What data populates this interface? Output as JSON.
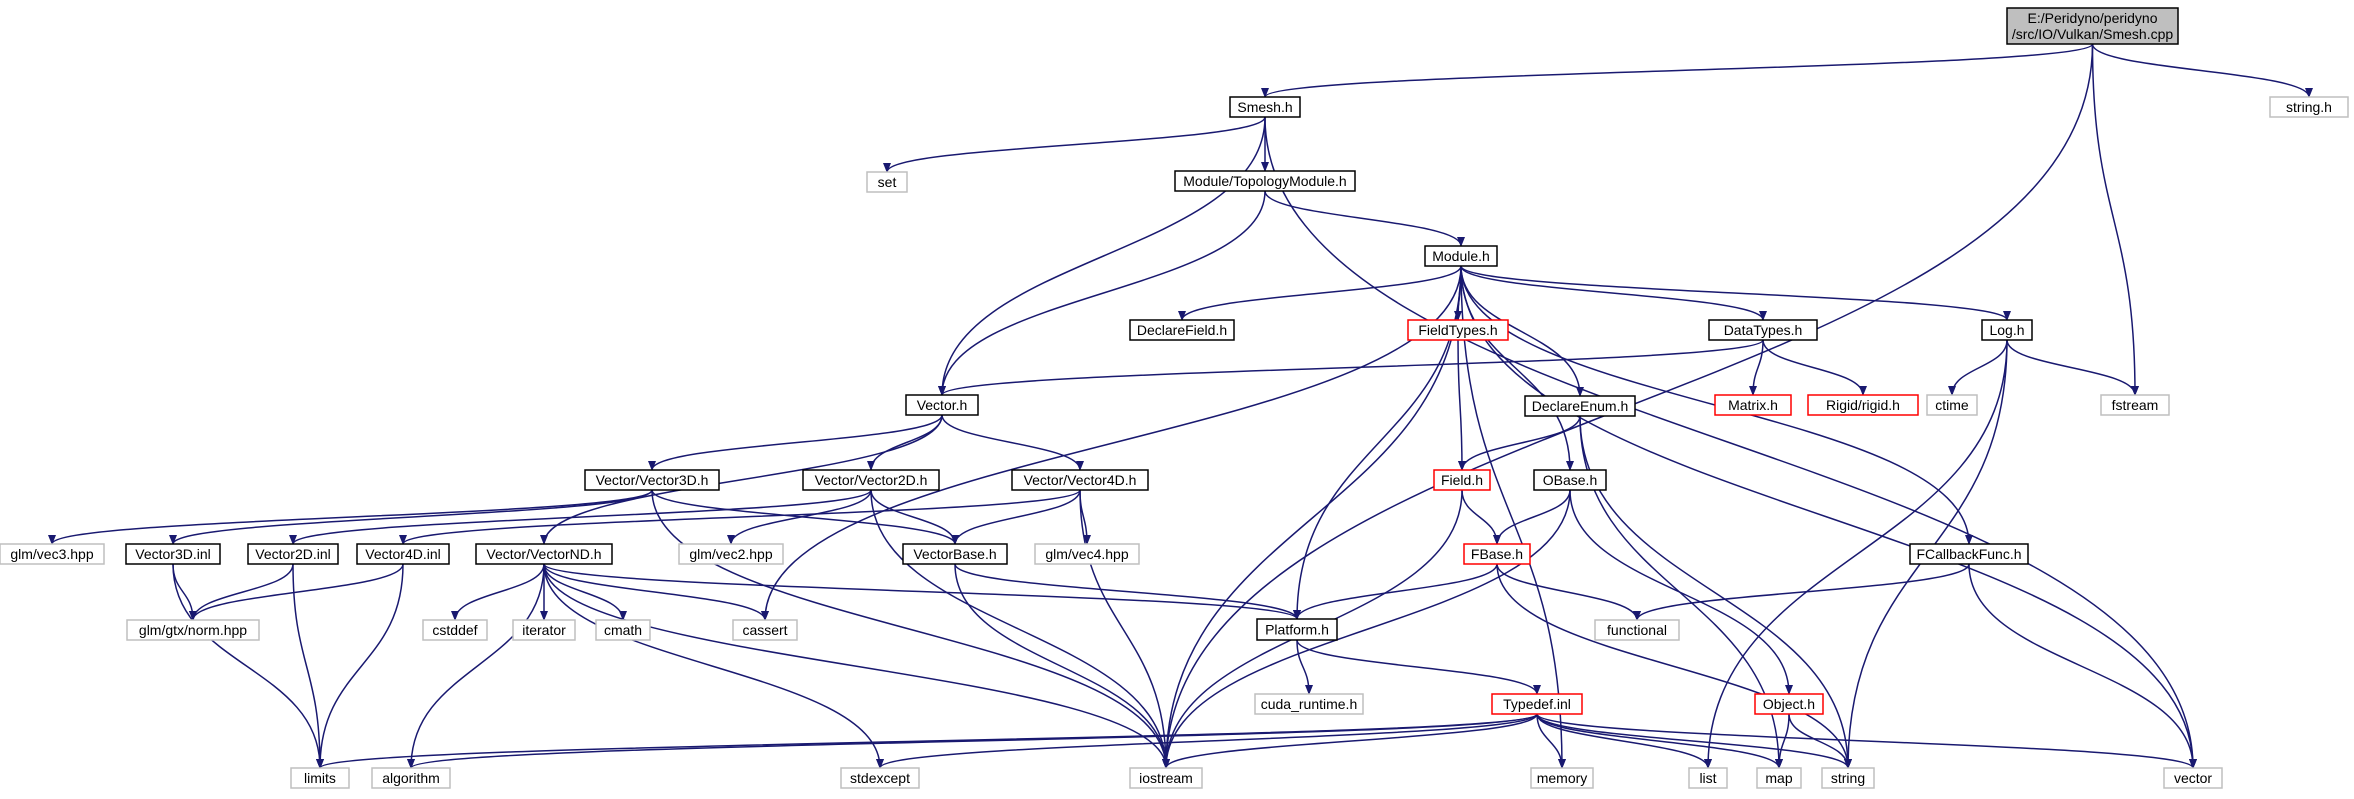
{
  "nodes": [
    {
      "id": "smesh_cpp",
      "label": [
        "E:/Peridyno/peridyno",
        "/src/IO/Vulkan/Smesh.cpp"
      ],
      "style": "main"
    },
    {
      "id": "smesh_h",
      "label": [
        "Smesh.h"
      ],
      "style": "black"
    },
    {
      "id": "string_h",
      "label": [
        "string.h"
      ],
      "style": "gray"
    },
    {
      "id": "set",
      "label": [
        "set"
      ],
      "style": "gray"
    },
    {
      "id": "topology_module",
      "label": [
        "Module/TopologyModule.h"
      ],
      "style": "black"
    },
    {
      "id": "module_h",
      "label": [
        "Module.h"
      ],
      "style": "black"
    },
    {
      "id": "declare_field",
      "label": [
        "DeclareField.h"
      ],
      "style": "black"
    },
    {
      "id": "field_types",
      "label": [
        "FieldTypes.h"
      ],
      "style": "red"
    },
    {
      "id": "data_types",
      "label": [
        "DataTypes.h"
      ],
      "style": "black"
    },
    {
      "id": "log_h",
      "label": [
        "Log.h"
      ],
      "style": "black"
    },
    {
      "id": "vector_h",
      "label": [
        "Vector.h"
      ],
      "style": "black"
    },
    {
      "id": "declare_enum",
      "label": [
        "DeclareEnum.h"
      ],
      "style": "black"
    },
    {
      "id": "matrix_h",
      "label": [
        "Matrix.h"
      ],
      "style": "red"
    },
    {
      "id": "rigid_h",
      "label": [
        "Rigid/rigid.h"
      ],
      "style": "red"
    },
    {
      "id": "ctime",
      "label": [
        "ctime"
      ],
      "style": "gray"
    },
    {
      "id": "fstream",
      "label": [
        "fstream"
      ],
      "style": "gray"
    },
    {
      "id": "vector3d_h",
      "label": [
        "Vector/Vector3D.h"
      ],
      "style": "black"
    },
    {
      "id": "vector2d_h",
      "label": [
        "Vector/Vector2D.h"
      ],
      "style": "black"
    },
    {
      "id": "vector4d_h",
      "label": [
        "Vector/Vector4D.h"
      ],
      "style": "black"
    },
    {
      "id": "field_h",
      "label": [
        "Field.h"
      ],
      "style": "red"
    },
    {
      "id": "obase_h",
      "label": [
        "OBase.h"
      ],
      "style": "black"
    },
    {
      "id": "glm_vec3",
      "label": [
        "glm/vec3.hpp"
      ],
      "style": "gray"
    },
    {
      "id": "vector3d_inl",
      "label": [
        "Vector3D.inl"
      ],
      "style": "black"
    },
    {
      "id": "vector2d_inl",
      "label": [
        "Vector2D.inl"
      ],
      "style": "black"
    },
    {
      "id": "vector4d_inl",
      "label": [
        "Vector4D.inl"
      ],
      "style": "black"
    },
    {
      "id": "vectornd_h",
      "label": [
        "Vector/VectorND.h"
      ],
      "style": "black"
    },
    {
      "id": "glm_vec2",
      "label": [
        "glm/vec2.hpp"
      ],
      "style": "gray"
    },
    {
      "id": "vector_base",
      "label": [
        "VectorBase.h"
      ],
      "style": "black"
    },
    {
      "id": "glm_vec4",
      "label": [
        "glm/vec4.hpp"
      ],
      "style": "gray"
    },
    {
      "id": "fbase_h",
      "label": [
        "FBase.h"
      ],
      "style": "red"
    },
    {
      "id": "fcallback",
      "label": [
        "FCallbackFunc.h"
      ],
      "style": "black"
    },
    {
      "id": "glm_norm",
      "label": [
        "glm/gtx/norm.hpp"
      ],
      "style": "gray"
    },
    {
      "id": "cstddef",
      "label": [
        "cstddef"
      ],
      "style": "gray"
    },
    {
      "id": "iterator",
      "label": [
        "iterator"
      ],
      "style": "gray"
    },
    {
      "id": "cmath",
      "label": [
        "cmath"
      ],
      "style": "gray"
    },
    {
      "id": "cassert",
      "label": [
        "cassert"
      ],
      "style": "gray"
    },
    {
      "id": "platform_h",
      "label": [
        "Platform.h"
      ],
      "style": "black"
    },
    {
      "id": "functional",
      "label": [
        "functional"
      ],
      "style": "gray"
    },
    {
      "id": "cuda_runtime",
      "label": [
        "cuda_runtime.h"
      ],
      "style": "gray"
    },
    {
      "id": "typedef_inl",
      "label": [
        "Typedef.inl"
      ],
      "style": "red"
    },
    {
      "id": "object_h",
      "label": [
        "Object.h"
      ],
      "style": "red"
    },
    {
      "id": "limits",
      "label": [
        "limits"
      ],
      "style": "gray"
    },
    {
      "id": "algorithm",
      "label": [
        "algorithm"
      ],
      "style": "gray"
    },
    {
      "id": "stdexcept",
      "label": [
        "stdexcept"
      ],
      "style": "gray"
    },
    {
      "id": "iostream",
      "label": [
        "iostream"
      ],
      "style": "gray"
    },
    {
      "id": "memory",
      "label": [
        "memory"
      ],
      "style": "gray"
    },
    {
      "id": "list",
      "label": [
        "list"
      ],
      "style": "gray"
    },
    {
      "id": "map",
      "label": [
        "map"
      ],
      "style": "gray"
    },
    {
      "id": "string",
      "label": [
        "string"
      ],
      "style": "gray"
    },
    {
      "id": "vector",
      "label": [
        "vector"
      ],
      "style": "gray"
    }
  ],
  "edges": [
    [
      "smesh_cpp",
      "smesh_h"
    ],
    [
      "smesh_cpp",
      "string_h"
    ],
    [
      "smesh_cpp",
      "fstream"
    ],
    [
      "smesh_cpp",
      "iostream"
    ],
    [
      "smesh_h",
      "set"
    ],
    [
      "smesh_h",
      "topology_module"
    ],
    [
      "smesh_h",
      "vector_h"
    ],
    [
      "smesh_h",
      "vector"
    ],
    [
      "topology_module",
      "module_h"
    ],
    [
      "topology_module",
      "vector_h"
    ],
    [
      "module_h",
      "declare_field"
    ],
    [
      "module_h",
      "field_types"
    ],
    [
      "module_h",
      "data_types"
    ],
    [
      "module_h",
      "log_h"
    ],
    [
      "module_h",
      "declare_enum"
    ],
    [
      "module_h",
      "obase_h"
    ],
    [
      "module_h",
      "fcallback"
    ],
    [
      "module_h",
      "platform_h"
    ],
    [
      "module_h",
      "cassert"
    ],
    [
      "module_h",
      "iostream"
    ],
    [
      "module_h",
      "memory"
    ],
    [
      "module_h",
      "vector"
    ],
    [
      "field_types",
      "field_h"
    ],
    [
      "data_types",
      "vector_h"
    ],
    [
      "data_types",
      "matrix_h"
    ],
    [
      "data_types",
      "rigid_h"
    ],
    [
      "log_h",
      "ctime"
    ],
    [
      "log_h",
      "fstream"
    ],
    [
      "log_h",
      "list"
    ],
    [
      "log_h",
      "string"
    ],
    [
      "vector_h",
      "vector3d_h"
    ],
    [
      "vector_h",
      "vector2d_h"
    ],
    [
      "vector_h",
      "vector4d_h"
    ],
    [
      "vector_h",
      "vectornd_h"
    ],
    [
      "declare_enum",
      "field_h"
    ],
    [
      "declare_enum",
      "string"
    ],
    [
      "declare_enum",
      "map"
    ],
    [
      "vector3d_h",
      "glm_vec3"
    ],
    [
      "vector3d_h",
      "vector3d_inl"
    ],
    [
      "vector3d_h",
      "vector_base"
    ],
    [
      "vector3d_h",
      "iostream"
    ],
    [
      "vector2d_h",
      "vector2d_inl"
    ],
    [
      "vector2d_h",
      "glm_vec2"
    ],
    [
      "vector2d_h",
      "vector_base"
    ],
    [
      "vector2d_h",
      "iostream"
    ],
    [
      "vector4d_h",
      "vector4d_inl"
    ],
    [
      "vector4d_h",
      "vector_base"
    ],
    [
      "vector4d_h",
      "glm_vec4"
    ],
    [
      "vector4d_h",
      "iostream"
    ],
    [
      "field_h",
      "fbase_h"
    ],
    [
      "field_h",
      "iostream"
    ],
    [
      "obase_h",
      "fbase_h"
    ],
    [
      "obase_h",
      "object_h"
    ],
    [
      "obase_h",
      "iostream"
    ],
    [
      "vector3d_inl",
      "glm_norm"
    ],
    [
      "vector3d_inl",
      "limits"
    ],
    [
      "vector2d_inl",
      "glm_norm"
    ],
    [
      "vector2d_inl",
      "limits"
    ],
    [
      "vector4d_inl",
      "glm_norm"
    ],
    [
      "vector4d_inl",
      "limits"
    ],
    [
      "vectornd_h",
      "cstddef"
    ],
    [
      "vectornd_h",
      "iterator"
    ],
    [
      "vectornd_h",
      "cmath"
    ],
    [
      "vectornd_h",
      "cassert"
    ],
    [
      "vectornd_h",
      "platform_h"
    ],
    [
      "vectornd_h",
      "algorithm"
    ],
    [
      "vectornd_h",
      "stdexcept"
    ],
    [
      "vectornd_h",
      "iostream"
    ],
    [
      "vector_base",
      "platform_h"
    ],
    [
      "vector_base",
      "iostream"
    ],
    [
      "fbase_h",
      "platform_h"
    ],
    [
      "fbase_h",
      "functional"
    ],
    [
      "fbase_h",
      "string"
    ],
    [
      "fcallback",
      "functional"
    ],
    [
      "fcallback",
      "vector"
    ],
    [
      "platform_h",
      "cuda_runtime"
    ],
    [
      "platform_h",
      "typedef_inl"
    ],
    [
      "typedef_inl",
      "limits"
    ],
    [
      "typedef_inl",
      "algorithm"
    ],
    [
      "typedef_inl",
      "stdexcept"
    ],
    [
      "typedef_inl",
      "iostream"
    ],
    [
      "typedef_inl",
      "memory"
    ],
    [
      "typedef_inl",
      "list"
    ],
    [
      "typedef_inl",
      "map"
    ],
    [
      "typedef_inl",
      "string"
    ],
    [
      "typedef_inl",
      "vector"
    ],
    [
      "object_h",
      "map"
    ],
    [
      "object_h",
      "string"
    ]
  ]
}
